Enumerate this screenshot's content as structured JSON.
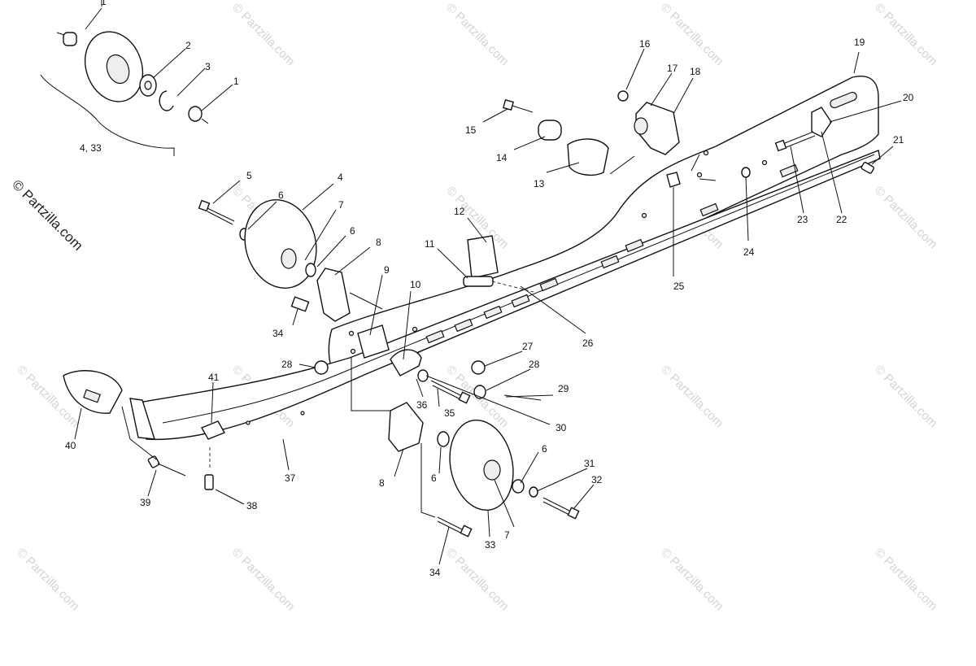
{
  "watermark": {
    "side_text": "© Partzilla.com",
    "tile_text": "© Partzilla.com"
  },
  "callouts": [
    {
      "id": "c1a",
      "text": "1"
    },
    {
      "id": "c2",
      "text": "2"
    },
    {
      "id": "c3",
      "text": "3"
    },
    {
      "id": "c1b",
      "text": "1"
    },
    {
      "id": "c433",
      "text": "4,  33"
    },
    {
      "id": "c5",
      "text": "5"
    },
    {
      "id": "c6a",
      "text": "6"
    },
    {
      "id": "c4",
      "text": "4"
    },
    {
      "id": "c7a",
      "text": "7"
    },
    {
      "id": "c6b",
      "text": "6"
    },
    {
      "id": "c8a",
      "text": "8"
    },
    {
      "id": "c9",
      "text": "9"
    },
    {
      "id": "c10",
      "text": "10"
    },
    {
      "id": "c11",
      "text": "11"
    },
    {
      "id": "c12",
      "text": "12"
    },
    {
      "id": "c13",
      "text": "13"
    },
    {
      "id": "c14",
      "text": "14"
    },
    {
      "id": "c15",
      "text": "15"
    },
    {
      "id": "c16",
      "text": "16"
    },
    {
      "id": "c17",
      "text": "17"
    },
    {
      "id": "c18",
      "text": "18"
    },
    {
      "id": "c19",
      "text": "19"
    },
    {
      "id": "c20",
      "text": "20"
    },
    {
      "id": "c21",
      "text": "21"
    },
    {
      "id": "c22",
      "text": "22"
    },
    {
      "id": "c23",
      "text": "23"
    },
    {
      "id": "c24",
      "text": "24"
    },
    {
      "id": "c25",
      "text": "25"
    },
    {
      "id": "c26",
      "text": "26"
    },
    {
      "id": "c27",
      "text": "27"
    },
    {
      "id": "c28a",
      "text": "28"
    },
    {
      "id": "c28b",
      "text": "28"
    },
    {
      "id": "c29",
      "text": "29"
    },
    {
      "id": "c30",
      "text": "30"
    },
    {
      "id": "c31",
      "text": "31"
    },
    {
      "id": "c32",
      "text": "32"
    },
    {
      "id": "c33",
      "text": "33"
    },
    {
      "id": "c34a",
      "text": "34"
    },
    {
      "id": "c34b",
      "text": "34"
    },
    {
      "id": "c35",
      "text": "35"
    },
    {
      "id": "c36",
      "text": "36"
    },
    {
      "id": "c37",
      "text": "37"
    },
    {
      "id": "c38",
      "text": "38"
    },
    {
      "id": "c39",
      "text": "39"
    },
    {
      "id": "c40",
      "text": "40"
    },
    {
      "id": "c41",
      "text": "41"
    },
    {
      "id": "c8b",
      "text": "8"
    },
    {
      "id": "c6c",
      "text": "6"
    },
    {
      "id": "c6d",
      "text": "6"
    },
    {
      "id": "c7b",
      "text": "7"
    }
  ]
}
